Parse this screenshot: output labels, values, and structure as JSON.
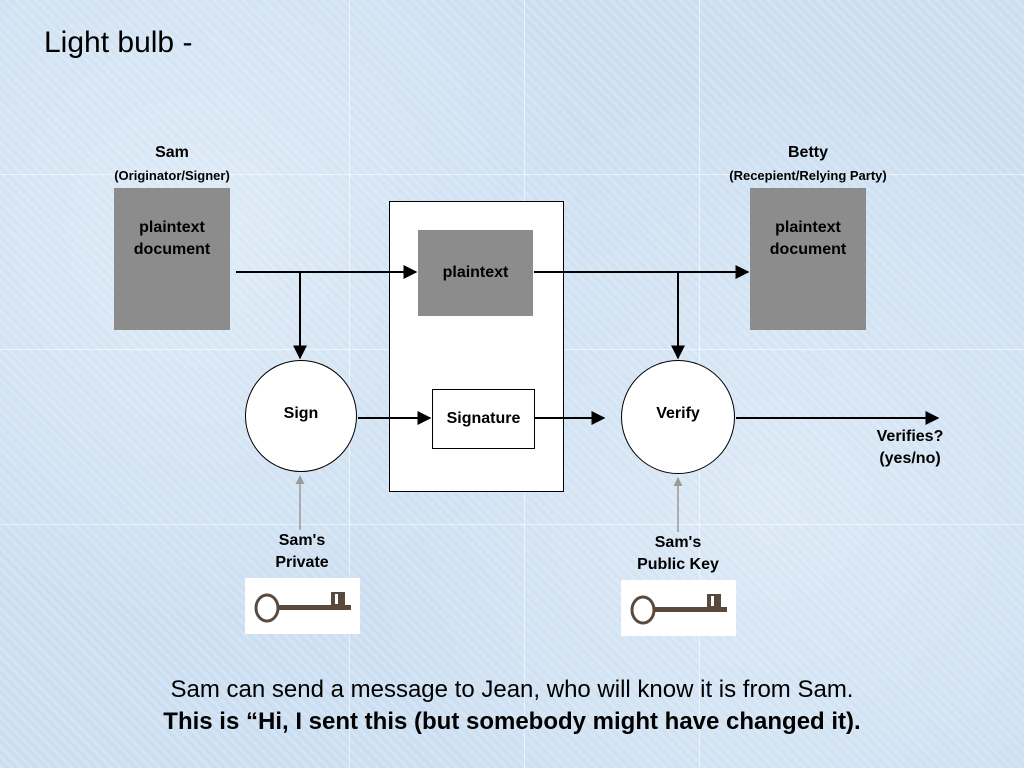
{
  "title": "Light bulb -",
  "signer": {
    "name": "Sam",
    "role": "(Originator/Signer)",
    "doc_label": "plaintext document"
  },
  "receiver": {
    "name": "Betty",
    "role": "(Recepient/Relying Party)",
    "doc_label": "plaintext document"
  },
  "message_box": {
    "plaintext_label": "plaintext",
    "signature_label": "Signature"
  },
  "sign_label": "Sign",
  "verify_label": "Verify",
  "private_key_label": "Sam's Private Key",
  "public_key_label": "Sam's Public Key",
  "outcome_label": "Verifies? (yes/no)",
  "caption": {
    "line1": "Sam can send a message to Jean, who will know it is from Sam.",
    "line2": "This is “Hi, I sent this (but somebody might have changed it)."
  },
  "colors": {
    "doc_box": "#8c8c8c",
    "background": "#cfe1f3",
    "key_metal": "#5a4a3e"
  }
}
